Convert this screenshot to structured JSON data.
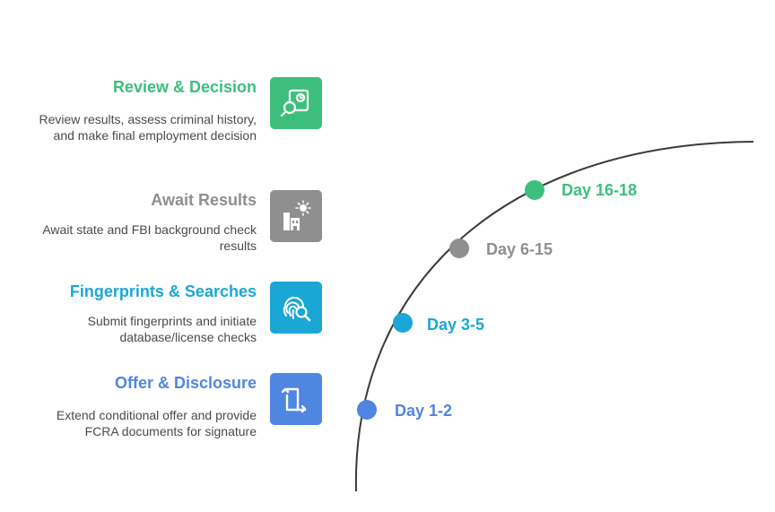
{
  "colors": {
    "green": "#3dbf7b",
    "gray": "#8f8f8f",
    "cyan": "#1aa7d6",
    "blue": "#4f86e0",
    "arc": "#3a3a3a"
  },
  "steps": [
    {
      "title": "Review & Decision",
      "description": "Review results, assess criminal history, and make final employment decision",
      "icon": "search-document-icon",
      "day": "Day 16-18",
      "color": "#3dbf7b"
    },
    {
      "title": "Await Results",
      "description": "Await state and FBI background check results",
      "icon": "buildings-sun-icon",
      "day": "Day 6-15",
      "color": "#8f8f8f"
    },
    {
      "title": "Fingerprints & Searches",
      "description": "Submit fingerprints and initiate database/license checks",
      "icon": "fingerprint-search-icon",
      "day": "Day 3-5",
      "color": "#1aa7d6"
    },
    {
      "title": "Offer & Disclosure",
      "description": "Extend conditional offer and provide FCRA documents for signature",
      "icon": "document-exchange-icon",
      "day": "Day 1-2",
      "color": "#4f86e0"
    }
  ]
}
